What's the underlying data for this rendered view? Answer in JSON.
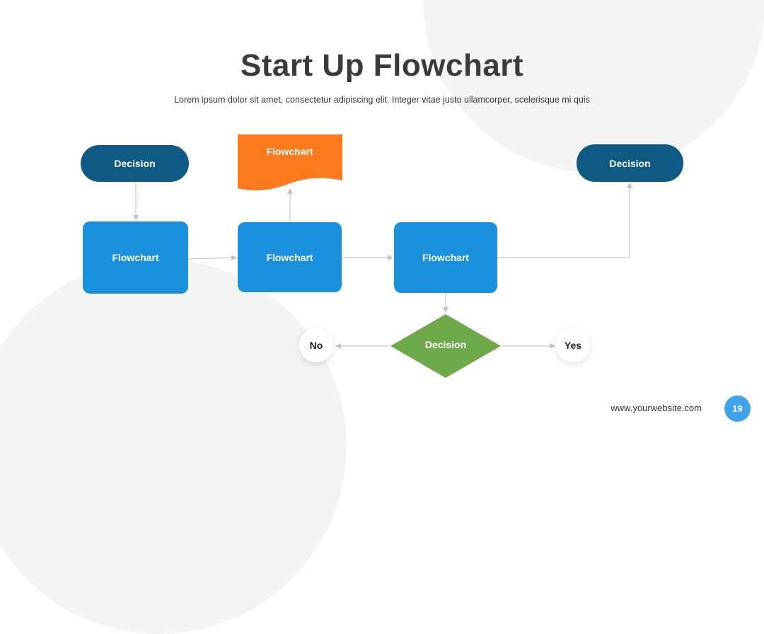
{
  "slide": {
    "title": "Start Up Flowchart",
    "subtitle": "Lorem ipsum dolor sit amet, consectetur adipiscing elit. Integer vitae justo ullamcorper, scelerisque mi quis"
  },
  "nodes": {
    "decision_left": "Decision",
    "decision_right": "Decision",
    "document": "Flowchart",
    "flow_1": "Flowchart",
    "flow_2": "Flowchart",
    "flow_3": "Flowchart",
    "decision_diamond": "Decision",
    "no": "No",
    "yes": "Yes"
  },
  "footer": {
    "website": "www.yourwebsite.com",
    "page_number": "19"
  },
  "colors": {
    "pill": "#0f5a84",
    "box": "#1b90dc",
    "document": "#fa7a1d",
    "diamond": "#6ea94b",
    "page_badge": "#3ea3e8",
    "connector": "#c8c8c8"
  },
  "icons": {
    "connector_arrow": "arrow-head"
  }
}
